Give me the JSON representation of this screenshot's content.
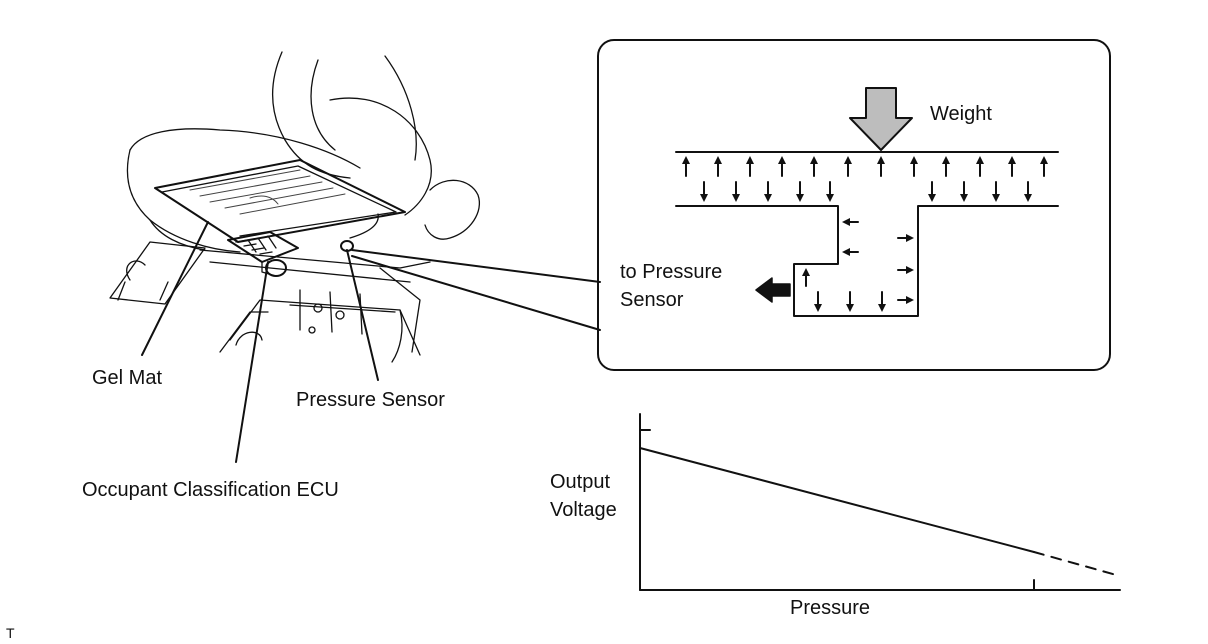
{
  "labels": {
    "gel_mat": "Gel Mat",
    "pressure_sensor": "Pressure Sensor",
    "occupant_ecu": "Occupant Classification ECU",
    "weight": "Weight",
    "to_pressure_line1": "to Pressure",
    "to_pressure_line2": "Sensor",
    "output_line1": "Output",
    "output_line2": "Voltage",
    "pressure_axis": "Pressure",
    "corner_mark": "T"
  },
  "colors": {
    "weight_arrow_fill": "#bdbdbd",
    "line": "#111111"
  },
  "graph": {
    "type": "line",
    "trend": "output voltage decreases linearly as pressure increases; dashed beyond the marked range"
  }
}
